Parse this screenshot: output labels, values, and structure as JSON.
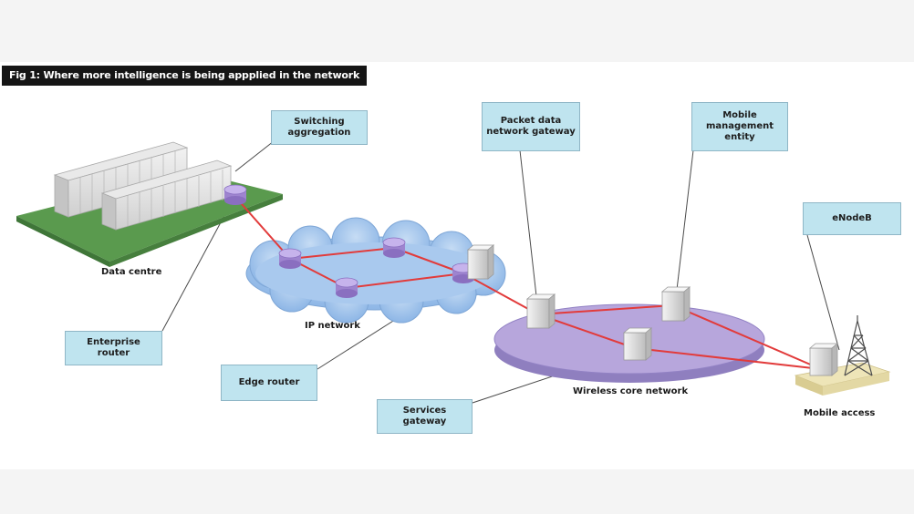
{
  "figure": {
    "title": "Fig 1: Where more intelligence is being appplied in the network"
  },
  "callouts": {
    "switching_aggregation": "Switching aggregation",
    "packet_data_gateway": "Packet data network gateway",
    "mobile_management_entity": "Mobile management entity",
    "enodeb": "eNodeB",
    "enterprise_router": "Enterprise router",
    "edge_router": "Edge router",
    "services_gateway": "Services gateway"
  },
  "captions": {
    "data_centre": "Data centre",
    "ip_network": "IP network",
    "wireless_core": "Wireless core network",
    "mobile_access": "Mobile access"
  },
  "colors": {
    "link": "#e23b3b",
    "cloud": "#9ec4ec",
    "core_disc": "#b7a6dc",
    "callout_fill": "#bfe4ef",
    "router": "#a98fd6",
    "floor": "#5a9a4e"
  }
}
